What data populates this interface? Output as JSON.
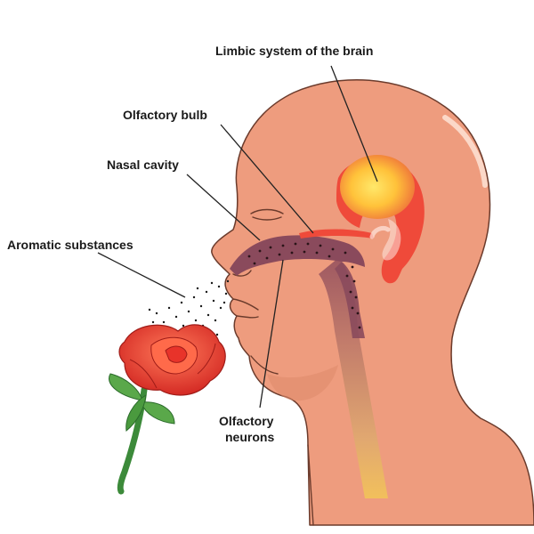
{
  "labels": {
    "limbic": "Limbic system of the brain",
    "bulb": "Olfactory bulb",
    "nasal": "Nasal cavity",
    "aromatic": "Aromatic substances",
    "neurons_line1": "Olfactory",
    "neurons_line2": "neurons"
  },
  "colors": {
    "skin": "#ee9c7e",
    "skin_shadow": "#e08c6d",
    "outline": "#6b3b2c",
    "cavity": "#8a4a5c",
    "limbic_glow": "#ffd64a",
    "limbic_red": "#ef4a3a",
    "neuron_tract": "#d9a47a",
    "rose_red": "#e8332a",
    "stem_green": "#3c8a3a"
  },
  "icons": [
    "rose-icon"
  ]
}
